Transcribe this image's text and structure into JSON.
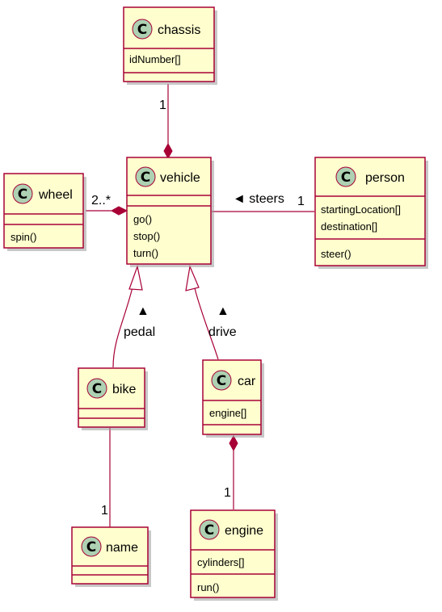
{
  "colors": {
    "box_fill": "#fefece",
    "border": "#a80036",
    "circle_fill": "#add1b2"
  },
  "class_glyph": "C",
  "classes": {
    "chassis": {
      "name": "chassis",
      "attributes": [
        "idNumber[]"
      ],
      "methods": []
    },
    "vehicle": {
      "name": "vehicle",
      "attributes": [],
      "methods": [
        "go()",
        "stop()",
        "turn()"
      ]
    },
    "wheel": {
      "name": "wheel",
      "attributes": [],
      "methods": [
        "spin()"
      ]
    },
    "person": {
      "name": "person",
      "attributes": [
        "startingLocation[]",
        "destination[]"
      ],
      "methods": [
        "steer()"
      ]
    },
    "bike": {
      "name": "bike",
      "attributes": [],
      "methods": []
    },
    "car": {
      "name": "car",
      "attributes": [
        "engine[]"
      ],
      "methods": []
    },
    "name": {
      "name": "name",
      "attributes": [],
      "methods": []
    },
    "engine": {
      "name": "engine",
      "attributes": [
        "cylinders[]"
      ],
      "methods": [
        "run()"
      ]
    }
  },
  "relations": [
    {
      "from": "chassis",
      "to": "vehicle",
      "type": "composition",
      "multiplicity": "1"
    },
    {
      "from": "wheel",
      "to": "vehicle",
      "type": "composition",
      "multiplicity": "2..*"
    },
    {
      "from": "vehicle",
      "to": "person",
      "type": "association",
      "label": "◄ steers",
      "multiplicity": "1"
    },
    {
      "from": "bike",
      "to": "vehicle",
      "type": "inheritance",
      "label": "▲\npedal"
    },
    {
      "from": "car",
      "to": "vehicle",
      "type": "inheritance",
      "label": "▲\ndrive"
    },
    {
      "from": "car",
      "to": "engine",
      "type": "composition",
      "multiplicity": "1"
    },
    {
      "from": "bike",
      "to": "name",
      "type": "association",
      "multiplicity": "1"
    }
  ],
  "labels": {
    "chassis_mult": "1",
    "wheel_mult": "2..*",
    "steers": "◄ steers",
    "person_mult": "1",
    "pedal_arrow": "▲",
    "pedal": "pedal",
    "drive_arrow": "▲",
    "drive": "drive",
    "engine_mult": "1",
    "name_mult": "1"
  }
}
